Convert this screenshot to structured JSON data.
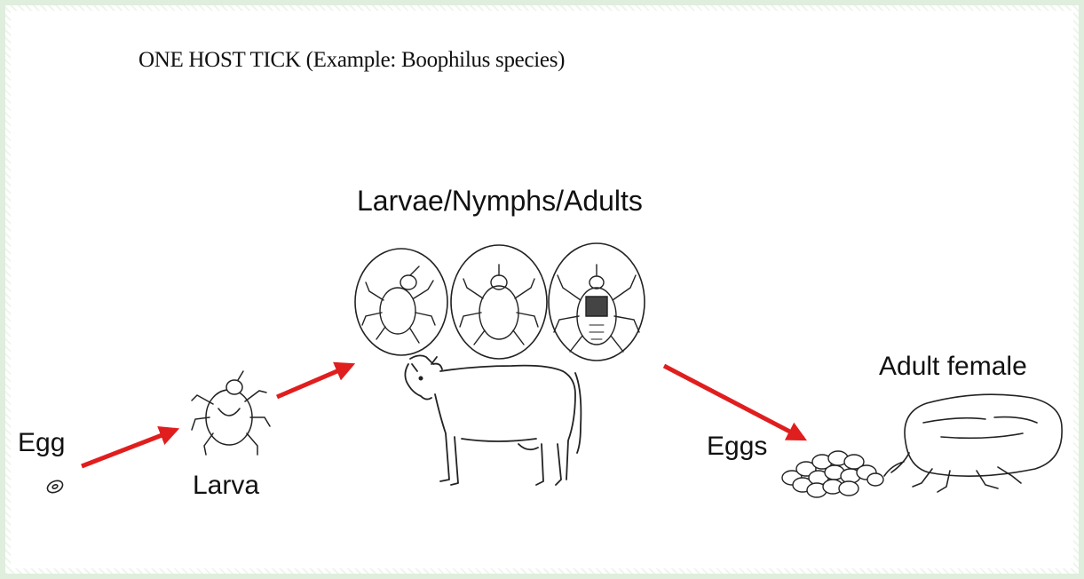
{
  "title": "ONE HOST TICK (Example: Boophilus species)",
  "stages_label": "Larvae/Nymphs/Adults",
  "labels": {
    "egg": "Egg",
    "larva": "Larva",
    "eggs": "Eggs",
    "adult_female": "Adult female"
  },
  "colors": {
    "arrow": "#e01e1e",
    "line": "#222222",
    "border": "#dfeedd"
  }
}
